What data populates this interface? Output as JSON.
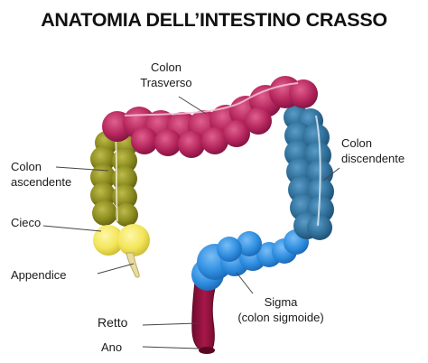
{
  "title": "ANATOMIA DELL’INTESTINO CRASSO",
  "labels": {
    "transverse": {
      "line1": "Colon",
      "line2": "Trasverso"
    },
    "ascending": {
      "line1": "Colon",
      "line2": "ascendente"
    },
    "descending": {
      "line1": "Colon",
      "line2": "discendente"
    },
    "cecum": "Cieco",
    "appendix": "Appendice",
    "rectum": "Retto",
    "anus": "Ano",
    "sigmoid": {
      "line1": "Sigma",
      "line2": "(colon sigmoide)"
    }
  },
  "colors": {
    "transverse": "#b4255c",
    "ascending": "#8b8a1e",
    "cecum": "#f2e55a",
    "appendix": "#e9dca0",
    "descending": "#2f6f99",
    "sigmoid": "#2f8ee0",
    "rectum": "#8e0f3a",
    "leader": "#444444"
  }
}
